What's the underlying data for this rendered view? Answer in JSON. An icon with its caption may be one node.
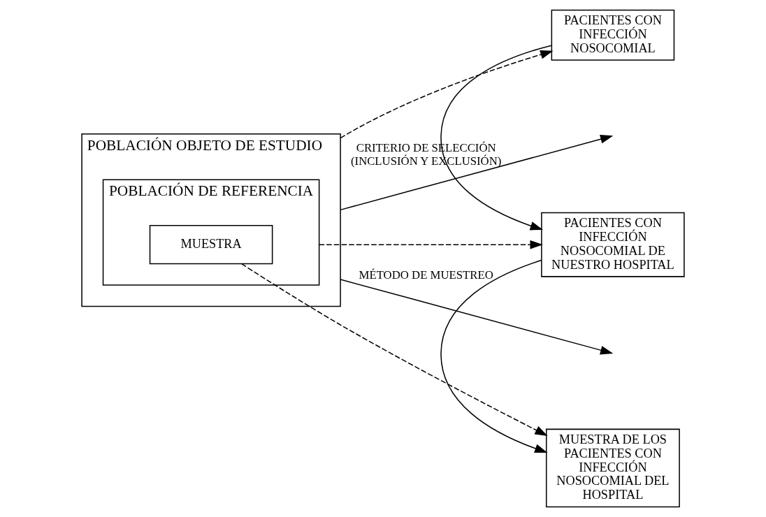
{
  "diagram": {
    "nodes": [
      {
        "text": [
          "POBLACIÓN OBJETO DE ESTUDIO"
        ]
      },
      {
        "text": [
          "POBLACIÓN DE REFERENCIA"
        ],
        "in": 0
      },
      {
        "text": [
          "MUESTRA"
        ],
        "in": 1
      },
      {
        "text": [
          "PACIENTES CON INFECCIÓN NOSOCOMIAL"
        ]
      },
      {
        "text": [
          "PACIENTES CON INFECCIÓN NOSOCOMIAL DE NUESTRO HOSPITAL"
        ]
      },
      {
        "text": [
          "MUESTRA DE LOS PACIENTES CON INFECCIÓN NOSOCOMIAL DEL HOSPITAL"
        ]
      }
    ],
    "edges": [
      {
        "from": 0,
        "to": 3,
        "arrow": "to",
        "style": "dashed"
      },
      {
        "from": 0,
        "to": null,
        "arrow": "to",
        "label": "CRITERIO DE SELECCIÓN (INCLUSIÓN Y EXCLUSIÓN)"
      },
      {
        "from": 3,
        "to": 4,
        "arrow": "to"
      },
      {
        "from": 1,
        "to": 4,
        "arrow": "to",
        "style": "dashed"
      },
      {
        "from": 0,
        "to": null,
        "arrow": "to",
        "label": "MÉTODO DE MUESTREO"
      },
      {
        "from": 2,
        "to": 5,
        "arrow": "to",
        "style": "dashed"
      },
      {
        "from": 4,
        "to": 5,
        "arrow": "to"
      }
    ]
  }
}
